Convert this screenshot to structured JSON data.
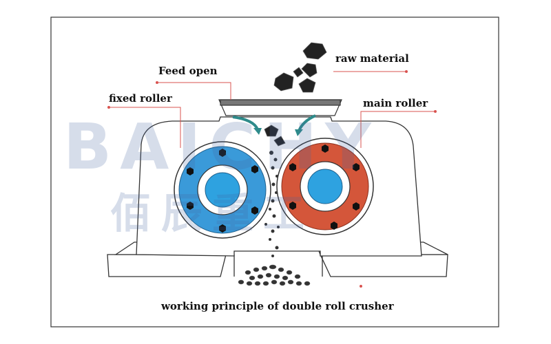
{
  "labels": {
    "feed_open": "Feed open",
    "raw_material": "raw material",
    "fixed_roller": "fixed roller",
    "main_roller": "main roller",
    "caption": "working principle of double roll crusher"
  },
  "watermark": {
    "latin": "BAICHY",
    "cjk": "佰辰重工"
  },
  "colors": {
    "fixed_roller": "#3a9ad9",
    "main_roller": "#d4563a",
    "hub": "#2ea2e0",
    "bolt": "#111111",
    "leader_line": "#d9534f",
    "arrow": "#2e8b8b",
    "material": "#222222"
  },
  "icons": {
    "fixed_roller": "blue-roller-icon",
    "main_roller": "red-roller-icon",
    "bolt": "hexagon-bolt-icon",
    "arrow": "curved-arrow-icon"
  }
}
